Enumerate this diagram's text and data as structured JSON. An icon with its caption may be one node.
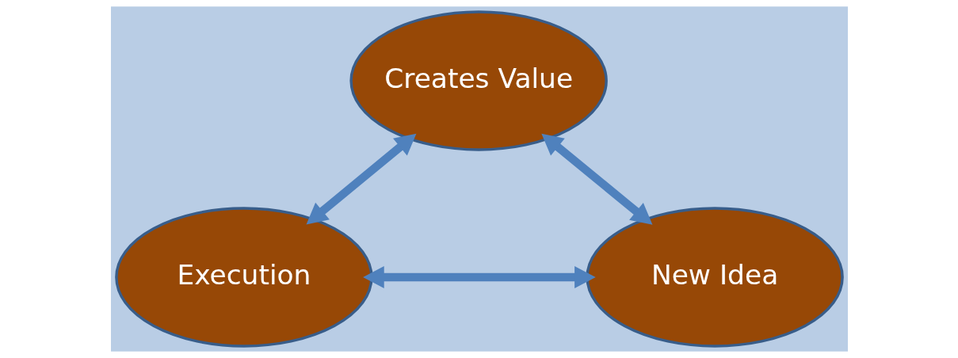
{
  "diagram": {
    "nodes": [
      {
        "text": [
          "Creates Value"
        ]
      },
      {
        "text": [
          "New Idea"
        ]
      },
      {
        "text": [
          "Execution"
        ]
      }
    ],
    "edges": [
      {
        "from": 1,
        "to": 0,
        "arrow": "both"
      },
      {
        "from": 0,
        "to": 2,
        "arrow": "both"
      },
      {
        "from": 1,
        "to": 2,
        "arrow": "both"
      }
    ]
  }
}
